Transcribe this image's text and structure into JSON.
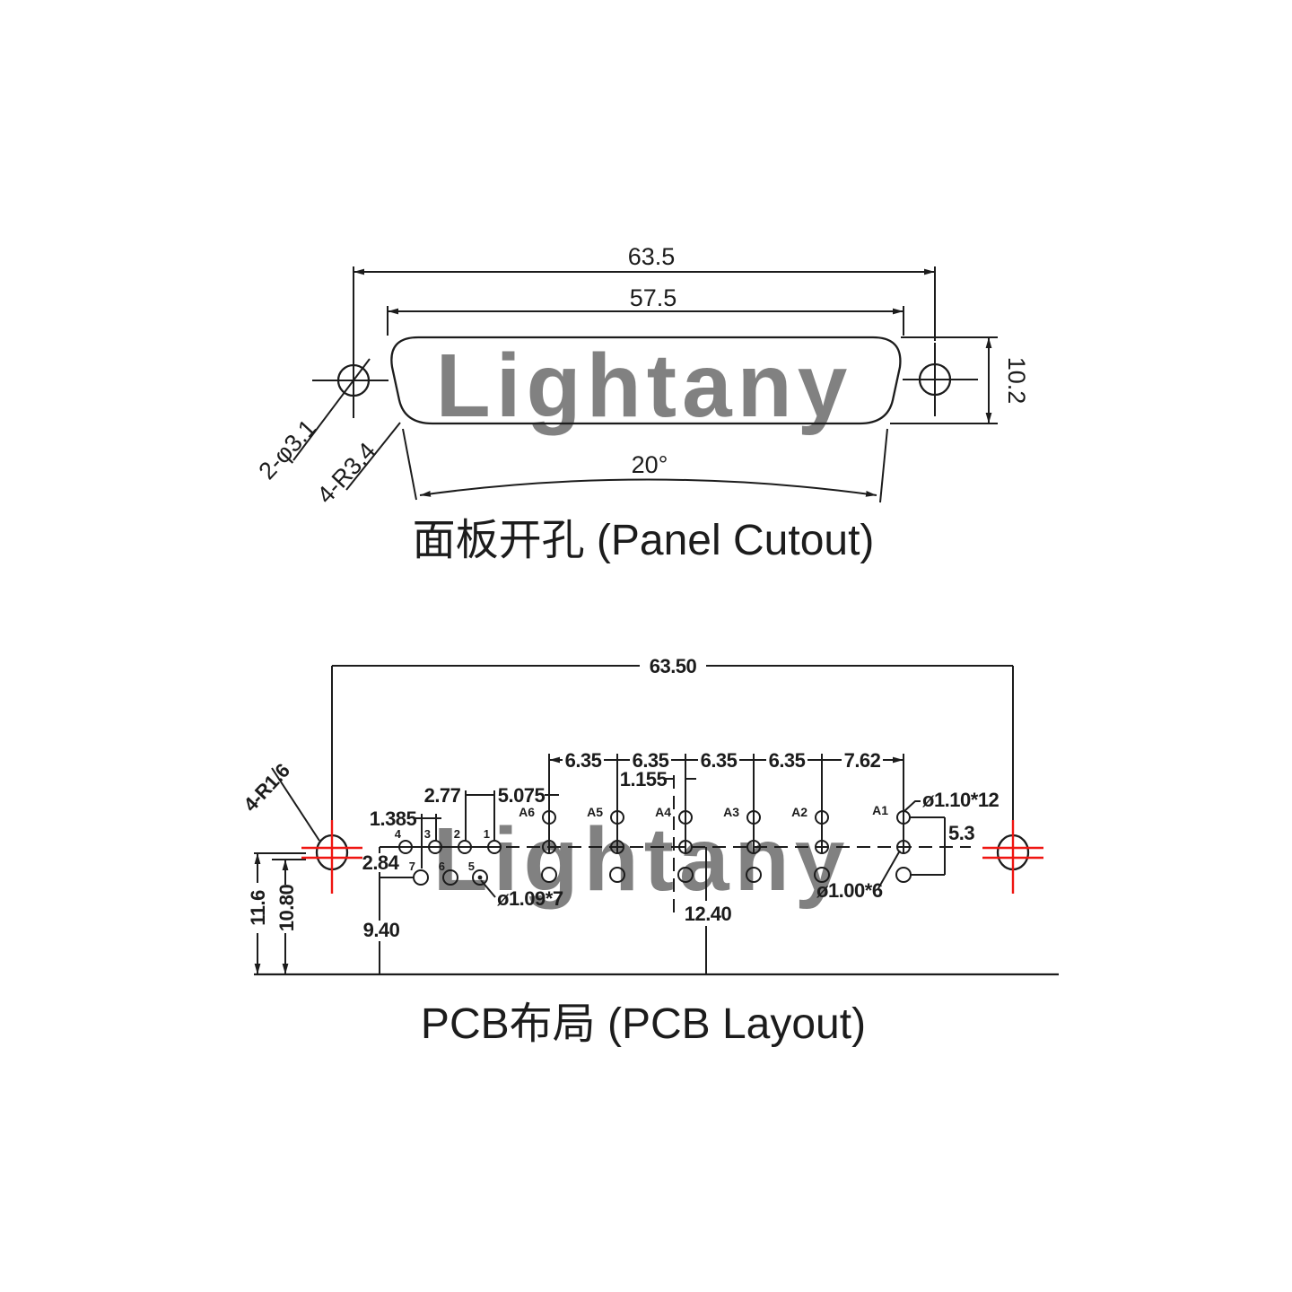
{
  "colors": {
    "line": "#1c1c1c",
    "red": "#ef1511",
    "watermark": "#f6caca"
  },
  "watermark": "Lightany",
  "panel_cutout": {
    "title": "面板开孔 (Panel Cutout)",
    "dims": {
      "width_outer": "63.5",
      "width_inner": "57.5",
      "height": "10.2",
      "angle": "20°",
      "holes": "2-φ3.1",
      "corner_radius": "4-R3.4"
    }
  },
  "pcb_layout": {
    "title": "PCB布局 (PCB Layout)",
    "dims": {
      "width": "63.50",
      "pitch": [
        "6.35",
        "6.35",
        "6.35",
        "6.35"
      ],
      "pitch_end": "7.62",
      "offset_a4": "1.155",
      "pin_pitch": "2.77",
      "pin_to_a6": "5.075",
      "row_offset": "1.385",
      "row_gap": "2.84",
      "bottom_row_height": "9.40",
      "hole_height_2": "10.80",
      "hole_height": "11.6",
      "row_a_height": "12.40",
      "hole_small": "ø1.09*7",
      "hole_a": "ø1.00*6",
      "hole_big": "ø1.10*12",
      "a1_span": "5.3",
      "corner_radius": "4-R1.6"
    },
    "pin_labels": {
      "a": [
        "A6",
        "A5",
        "A4",
        "A3",
        "A2",
        "A1"
      ],
      "top_row": [
        "4",
        "3",
        "2",
        "1"
      ],
      "bottom_row": [
        "7",
        "6",
        "5"
      ]
    }
  }
}
